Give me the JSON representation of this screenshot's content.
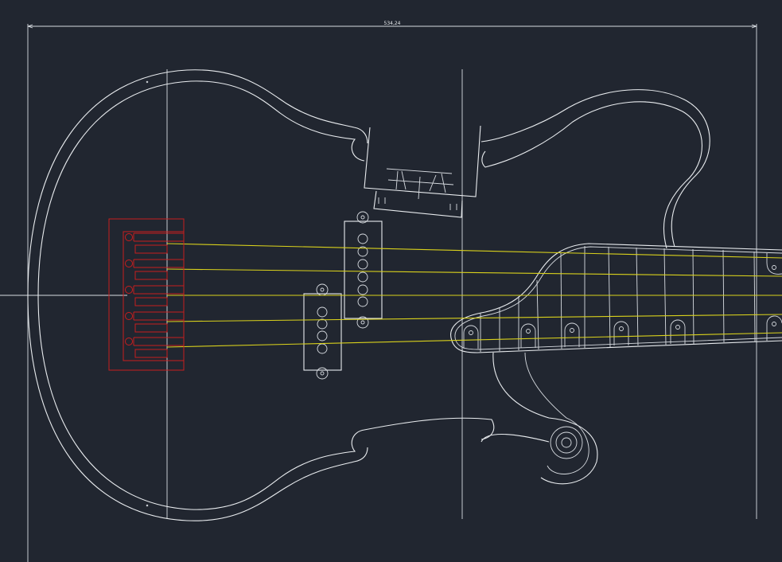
{
  "cad": {
    "dimension_value": "534,24",
    "colors": {
      "background": "#212630",
      "geometry": "#e9ecef",
      "bridge": "#c81e1e",
      "strings": "#d9d11c"
    },
    "bridge_saddles": 5,
    "strings": 5,
    "neck_pickup_poles": 6,
    "bridge_pickup_poles": 4
  }
}
